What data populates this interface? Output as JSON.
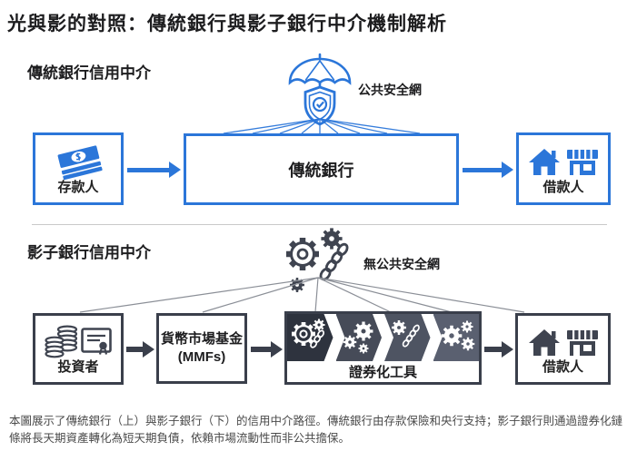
{
  "title": "光與影的對照：傳統銀行與影子銀行中介機制解析",
  "colors": {
    "blue": "#2b76d9",
    "dark": "#3a3f4b",
    "ray": "#8b8f97",
    "chevron1": "#2e333e",
    "chevron2": "#464b58",
    "chevron3": "#4e5462",
    "chevron4": "#5a6070",
    "text": "#1d1d1f",
    "caption": "#4a4a4a",
    "divider": "#c9c9c9"
  },
  "traditional": {
    "heading": "傳統銀行信用中介",
    "safety_net": "公共安全網",
    "depositor": "存款人",
    "bank": "傳統銀行",
    "borrower": "借款人"
  },
  "shadow": {
    "heading": "影子銀行信用中介",
    "safety_net": "無公共安全網",
    "investor": "投資者",
    "mmf_line1": "貨幣市場基金",
    "mmf_line2": "(MMFs)",
    "securitization": "證券化工具",
    "borrower": "借款人"
  },
  "caption": "本圖展示了傳統銀行（上）與影子銀行（下）的信用中介路徑。傳統銀行由存款保險和央行支持；影子銀行則通過證券化鏈條將長天期資產轉化為短天期負債，依賴市場流動性而非公共擔保。"
}
